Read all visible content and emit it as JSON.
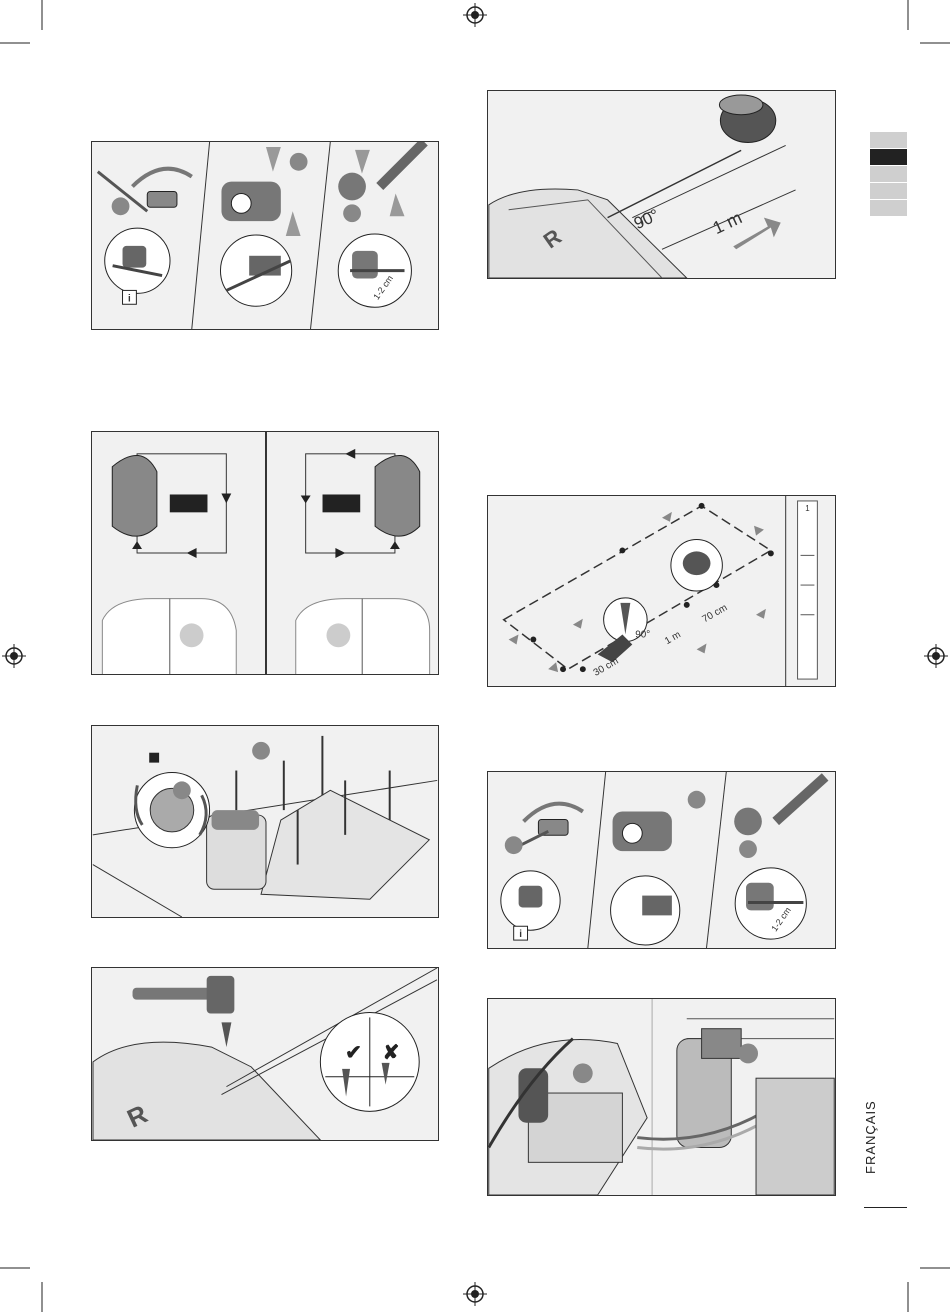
{
  "language_label": "FRANÇAIS",
  "info_badge": "i",
  "labels": {
    "cm_1_2": "1-2 cm",
    "deg_90": "90°",
    "one_m": "1 m",
    "cm_70": "70 cm",
    "cm_30": "30 cm",
    "ruler_mark": "1"
  },
  "colors": {
    "ink": "#222222",
    "panel": "#f1f1f1",
    "accent_grey": "#888888"
  },
  "icons": [
    "registration-mark-icon",
    "info-icon",
    "check-icon",
    "cross-icon",
    "lock-icon",
    "hammer-icon",
    "arrow-icon"
  ]
}
